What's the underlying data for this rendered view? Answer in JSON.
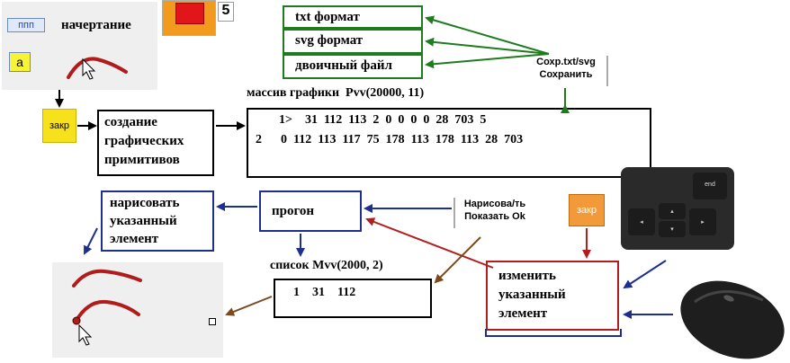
{
  "top_left": {
    "btn_ppp": "ппп",
    "btn_a": "a",
    "label_style": "начертание",
    "color_num": "5",
    "btn_close": "закр"
  },
  "formats": [
    "txt формат",
    "svg формат",
    "двоичный файл"
  ],
  "save_btn": [
    "Сохр.txt/svg",
    "Сохранить"
  ],
  "array_title": "массив графики  Pvv(20000, 11)",
  "array_rows": [
    "1>    31  112  113  2  0  0  0  0  28  703  5",
    "2      0  112  113  117  75  178  113  178  113  28  703"
  ],
  "create_box": [
    "создание",
    "графических",
    "примитивов"
  ],
  "draw_box": [
    "нарисовать",
    "указанный",
    "элемент"
  ],
  "run_box": "прогон",
  "draw_btn": [
    "Нарисова/ть",
    "Показать Ok"
  ],
  "list_title": "список Mvv(2000, 2)",
  "list_row": "1    31    112",
  "change_box": [
    "изменить",
    "указанный",
    "элемент"
  ],
  "close_btn2": "закр",
  "keyboard": {
    "end_key": "end"
  },
  "colors": {
    "green": "#1e7b1e",
    "blue": "#1e2f8f",
    "red": "#b21e1e",
    "brown": "#7a4a1c",
    "stroke_red": "#b01c1c"
  }
}
